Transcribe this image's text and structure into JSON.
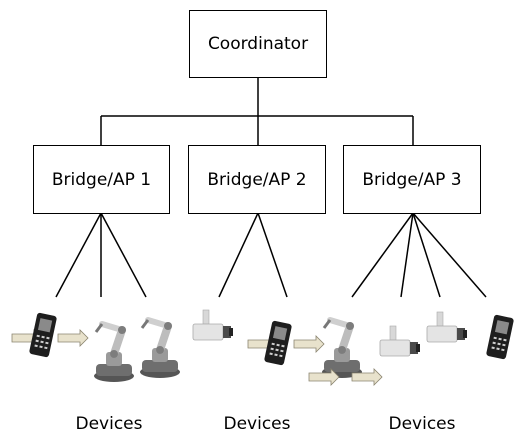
{
  "coordinator": {
    "label": "Coordinator"
  },
  "bridges": [
    {
      "label": "Bridge/AP 1"
    },
    {
      "label": "Bridge/AP 2"
    },
    {
      "label": "Bridge/AP 3"
    }
  ],
  "device_groups": [
    {
      "label": "Devices",
      "device_icons": [
        "handheld-scanner-icon",
        "robot-arm-icon",
        "robot-arm-icon"
      ]
    },
    {
      "label": "Devices",
      "device_icons": [
        "camera-icon",
        "handheld-scanner-icon"
      ]
    },
    {
      "label": "Devices",
      "device_icons": [
        "robot-arm-icon",
        "camera-icon",
        "camera-icon",
        "handheld-scanner-icon"
      ]
    }
  ]
}
